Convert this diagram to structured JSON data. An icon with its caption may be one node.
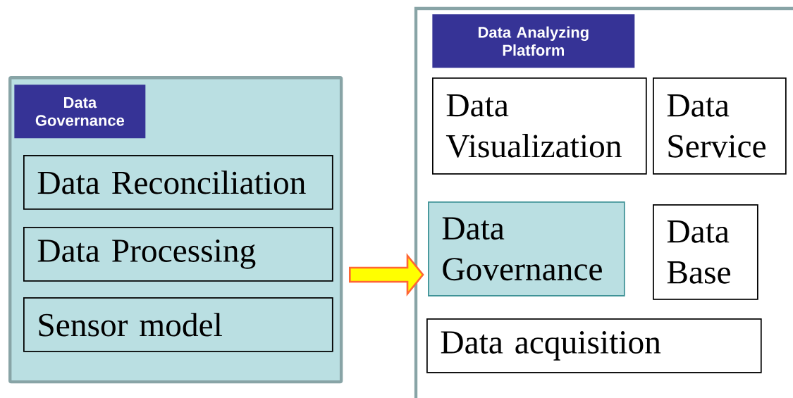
{
  "diagram": {
    "nodes": [
      {
        "text": [
          "Data Governance"
        ]
      },
      {
        "text": [
          "Data Reconciliation"
        ],
        "in": 0
      },
      {
        "text": [
          "Data Processing"
        ],
        "in": 0
      },
      {
        "text": [
          "Sensor model"
        ],
        "in": 0
      },
      {
        "text": [
          "Data Analyzing Platform"
        ]
      },
      {
        "text": [
          "Data Visualization"
        ],
        "in": 4
      },
      {
        "text": [
          "Data Service"
        ],
        "in": 4
      },
      {
        "text": [
          "Data Governance"
        ],
        "in": 4
      },
      {
        "text": [
          "Data Base"
        ],
        "in": 4
      },
      {
        "text": [
          "Data acquisition"
        ],
        "in": 4
      }
    ],
    "edges": [
      {
        "from": 0,
        "to": 7,
        "arrow": "to"
      }
    ]
  }
}
